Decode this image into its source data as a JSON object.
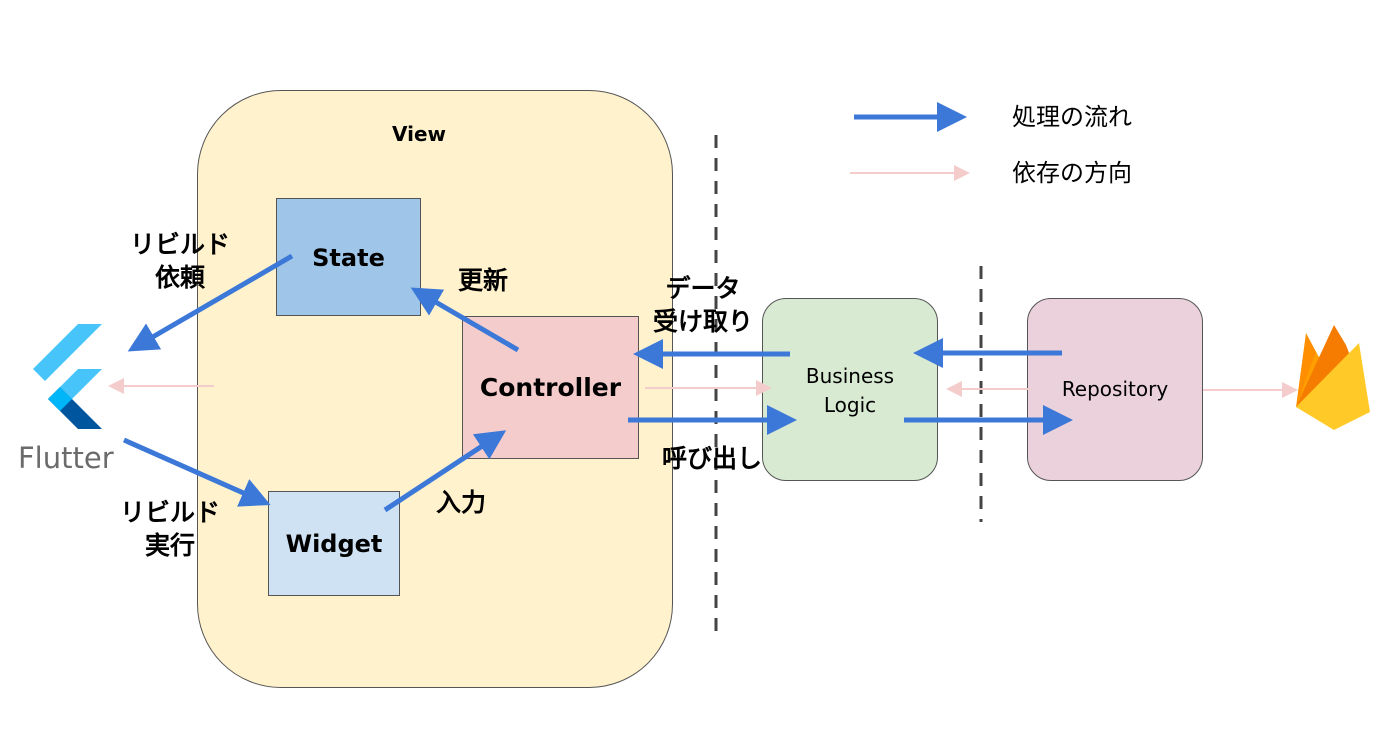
{
  "legend": {
    "flow_label": "処理の流れ",
    "dependency_label": "依存の方向"
  },
  "nodes": {
    "view": "View",
    "state": "State",
    "widget": "Widget",
    "controller": "Controller",
    "business_logic_line1": "Business",
    "business_logic_line2": "Logic",
    "repository": "Repository"
  },
  "edge_labels": {
    "rebuild_request_line1": "リビルド",
    "rebuild_request_line2": "依頼",
    "rebuild_execute_line1": "リビルド",
    "rebuild_execute_line2": "実行",
    "update": "更新",
    "input": "入力",
    "data_receive_line1": "データ",
    "data_receive_line2": "受け取り",
    "call": "呼び出し"
  },
  "logos": {
    "flutter": "Flutter",
    "firebase": "firebase-logo"
  },
  "colors": {
    "flow_arrow": "#3c78d8",
    "dependency_arrow": "#f4cccc",
    "view_fill": "#fff2cc",
    "state_fill": "#9fc5e8",
    "widget_fill": "#cfe2f3",
    "controller_fill": "#f4cccc",
    "business_logic_fill": "#d9ead3",
    "repository_fill": "#ead1dc"
  }
}
